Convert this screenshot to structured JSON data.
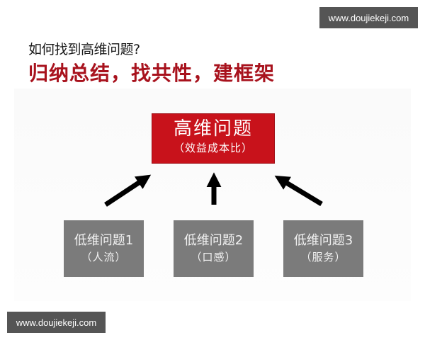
{
  "watermarks": {
    "top": "www.doujiekeji.com",
    "bottom": "www.doujiekeji.com"
  },
  "header": {
    "question": "如何找到高维问题?",
    "headline": "归纳总结，找共性，建框架"
  },
  "diagram": {
    "top_node": {
      "title": "高维问题",
      "subtitle": "（效益成本比）",
      "color": "#c8121b"
    },
    "low_nodes": [
      {
        "title": "低维问题1",
        "subtitle": "（人流）"
      },
      {
        "title": "低维问题2",
        "subtitle": "（口感）"
      },
      {
        "title": "低维问题3",
        "subtitle": "（服务）"
      }
    ],
    "low_node_color": "#7b7b7b",
    "arrows": [
      {
        "from": "low_nodes.0",
        "to": "top_node",
        "icon": "arrow-up-right-icon"
      },
      {
        "from": "low_nodes.1",
        "to": "top_node",
        "icon": "arrow-up-icon"
      },
      {
        "from": "low_nodes.2",
        "to": "top_node",
        "icon": "arrow-up-left-icon"
      }
    ]
  }
}
